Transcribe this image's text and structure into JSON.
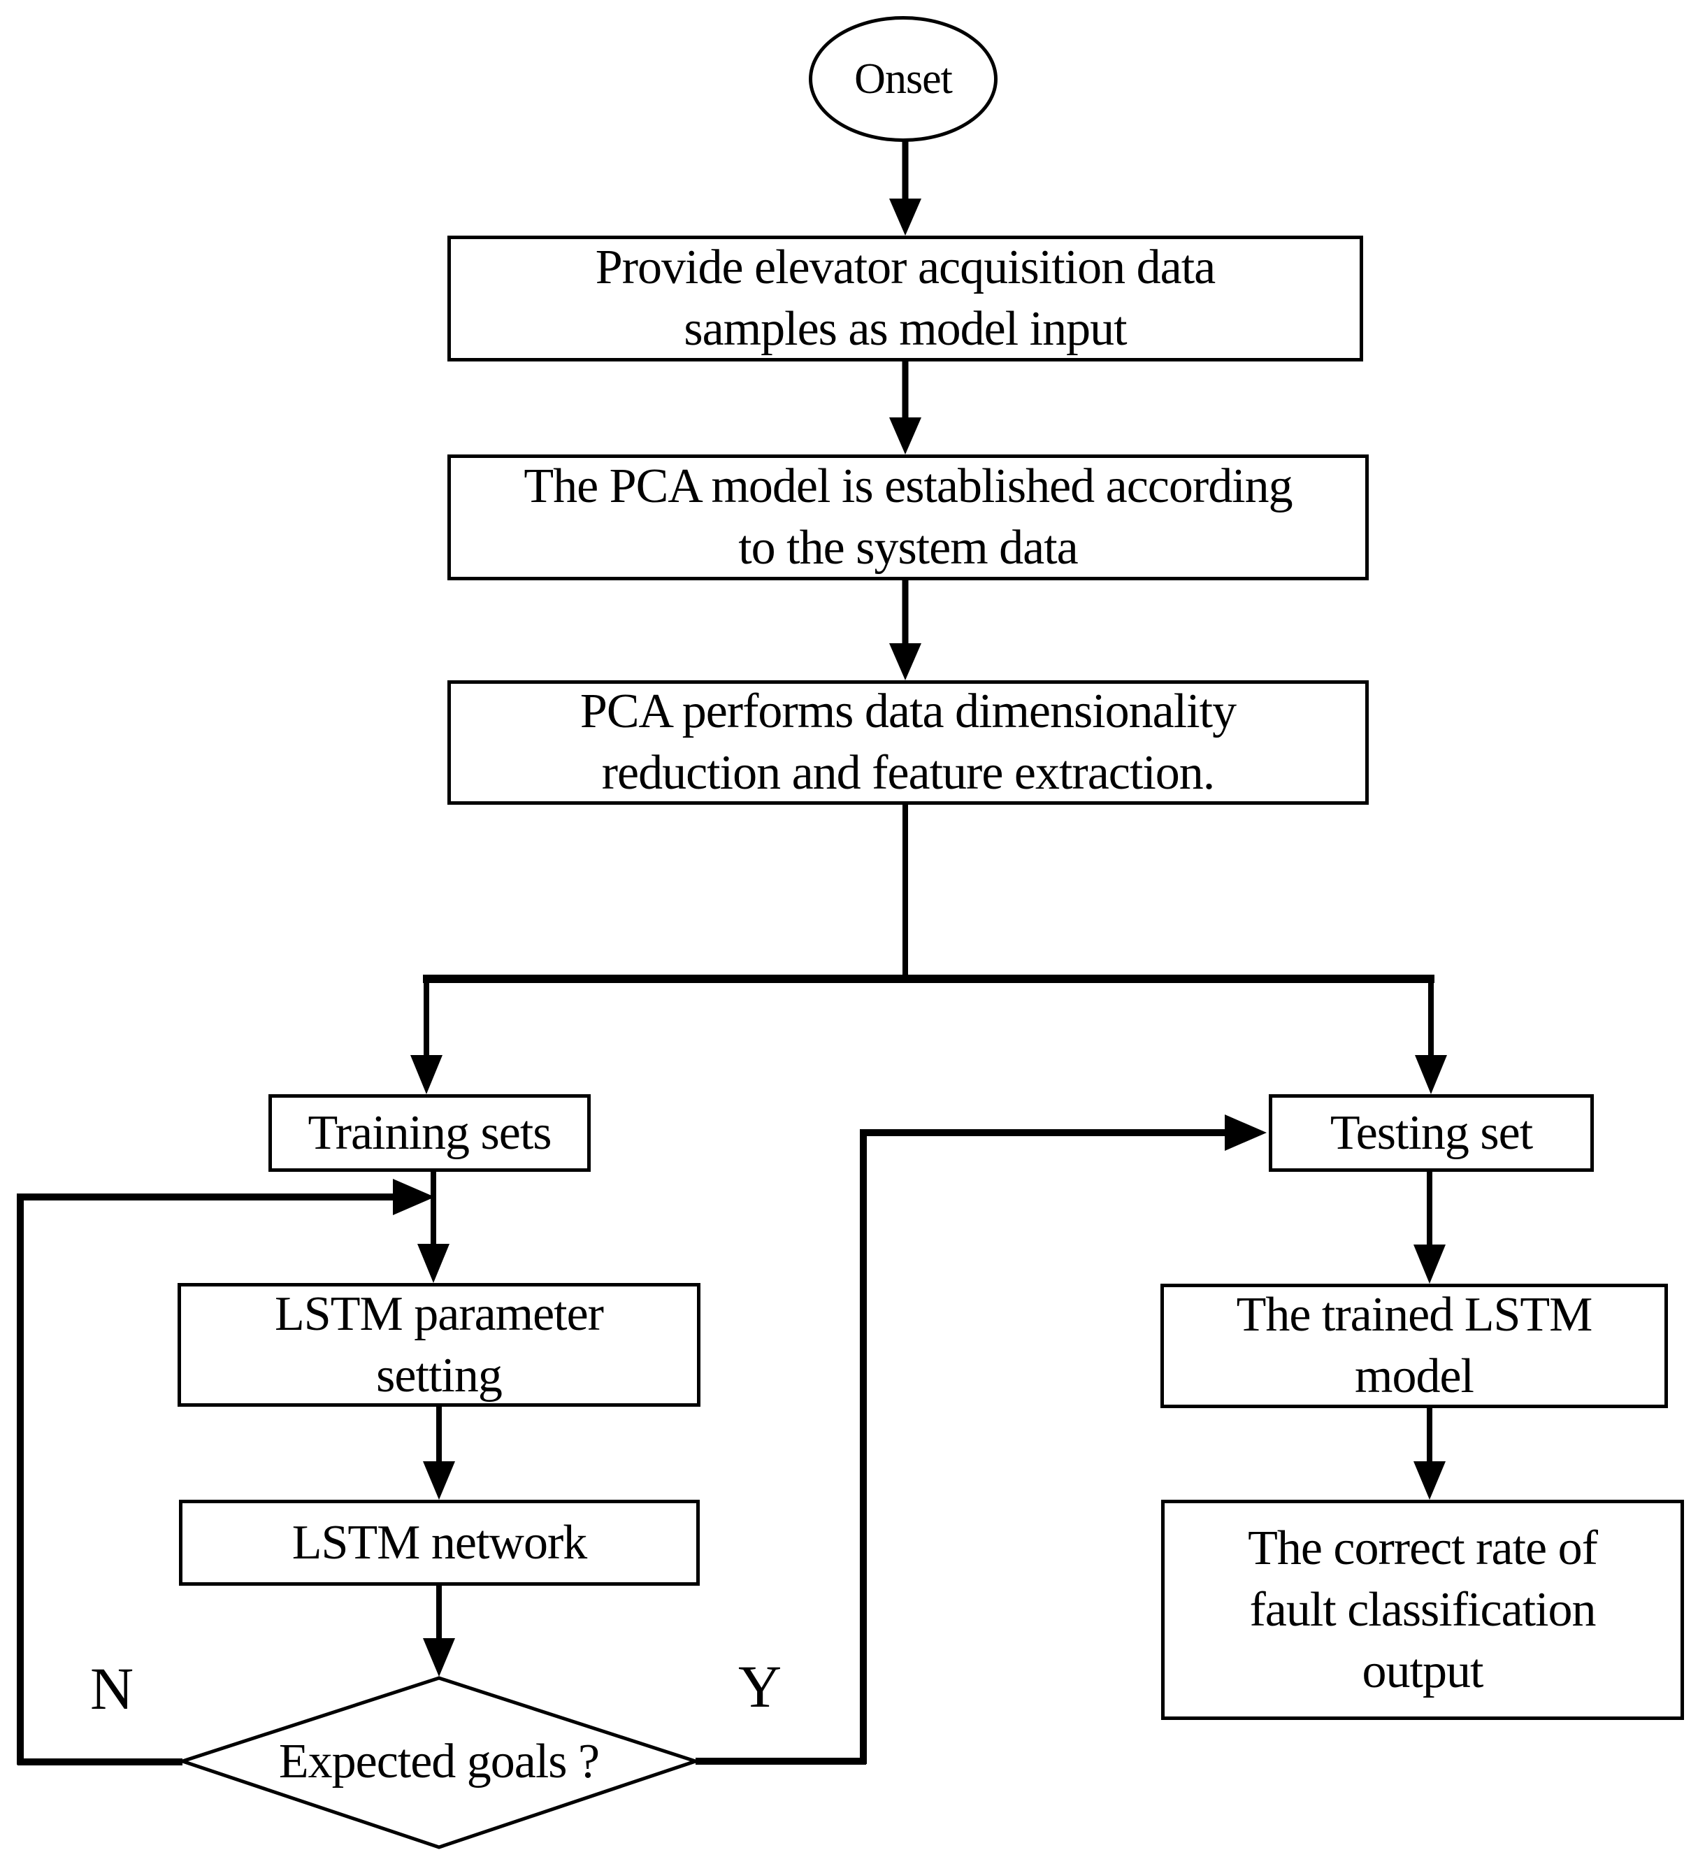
{
  "nodes": {
    "onset": {
      "label": "Onset",
      "shape": "ellipse"
    },
    "provide_data": {
      "shape": "rect",
      "lines": [
        "Provide elevator acquisition data",
        "samples as model input"
      ]
    },
    "pca_model": {
      "shape": "rect",
      "lines": [
        "The PCA model is established according",
        "to the system data"
      ]
    },
    "pca_reduction": {
      "shape": "rect",
      "lines": [
        "PCA performs data dimensionality",
        "reduction and feature extraction."
      ]
    },
    "training_sets": {
      "shape": "rect",
      "lines": [
        "Training sets"
      ]
    },
    "testing_set": {
      "shape": "rect",
      "lines": [
        "Testing set"
      ]
    },
    "lstm_parameter": {
      "shape": "rect",
      "lines": [
        "LSTM parameter",
        "setting"
      ]
    },
    "lstm_network": {
      "shape": "rect",
      "lines": [
        "LSTM network"
      ]
    },
    "expected_goals": {
      "shape": "diamond",
      "label": "Expected goals ?"
    },
    "trained_lstm": {
      "shape": "rect",
      "lines": [
        "The trained LSTM",
        "model"
      ]
    },
    "correct_rate": {
      "shape": "rect",
      "lines": [
        "The correct rate of",
        "fault classification",
        "output"
      ]
    }
  },
  "branch_labels": {
    "no": "N",
    "yes": "Y"
  },
  "colors": {
    "stroke": "#000000",
    "fill": "#ffffff",
    "background": "#ffffff"
  }
}
